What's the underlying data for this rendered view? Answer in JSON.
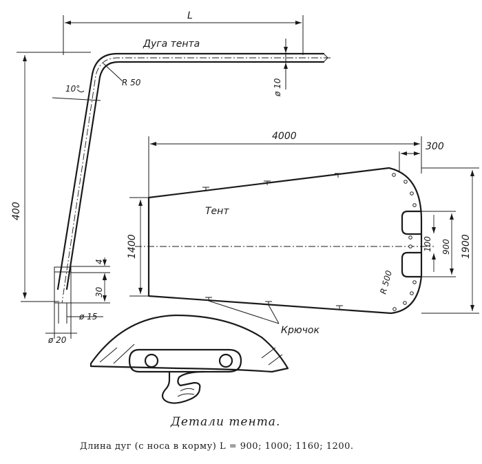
{
  "diagram": {
    "dim_L": "L",
    "arc_title": "Дуга тента",
    "r50": "R 50",
    "d10": "ø 10",
    "deg10": "10°",
    "h400": "400",
    "d4": "4",
    "d30": "30",
    "d15": "ø 15",
    "d20": "ø 20",
    "w4000": "4000",
    "w300": "300",
    "h1400": "1400",
    "h1900": "1900",
    "h900": "900",
    "h100": "100",
    "r500": "R 500",
    "tent": "Тент",
    "hook": "Крючок"
  },
  "caption": {
    "title": "Детали тента.",
    "subtitle": "Длина дуг (с носа в корму) L = 900; 1000; 1160; 1200."
  }
}
